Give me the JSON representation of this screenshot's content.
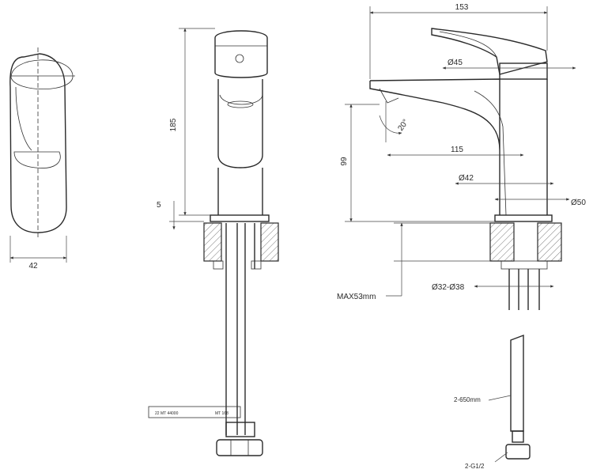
{
  "left_view": {
    "width_label": "42"
  },
  "front_view": {
    "height_label": "185",
    "base_label": "5",
    "hose_tag_left": "22 MT 44000",
    "hose_tag_right": "MT 168"
  },
  "side_view": {
    "total_length_label": "153",
    "handle_dia_label": "Ø45",
    "angle_label": "20°",
    "height_label": "99",
    "spout_label": "115",
    "body_dia_label": "Ø42",
    "base_dia_label": "Ø50",
    "counter_label": "MAX53mm",
    "hole_label": "Ø32-Ø38",
    "hose_length_label": "2-650mm",
    "thread_label": "2-G1/2"
  },
  "colors": {
    "line": "#2a2a2a",
    "background": "#ffffff"
  }
}
